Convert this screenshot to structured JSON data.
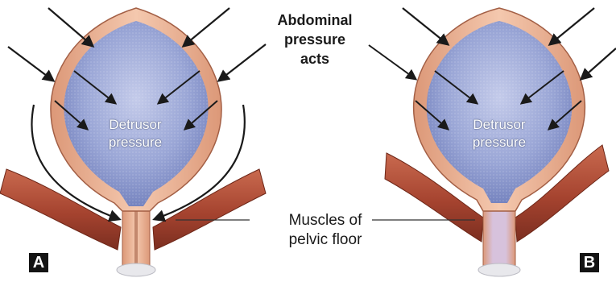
{
  "labels": {
    "abdominal": [
      "Abdominal",
      "pressure",
      "acts"
    ],
    "detrusor": [
      "Detrusor",
      "pressure"
    ],
    "muscles": [
      "Muscles of",
      "pelvic floor"
    ],
    "panel_a": "A",
    "panel_b": "B"
  },
  "colors": {
    "bladder_fill": "#8f9ccf",
    "bladder_wall": "#e8a98f",
    "wall_outline": "#a35f45",
    "muscle": "#b4513a",
    "arrow": "#1a1a1a",
    "urethra_b": "#c9bcdc"
  }
}
